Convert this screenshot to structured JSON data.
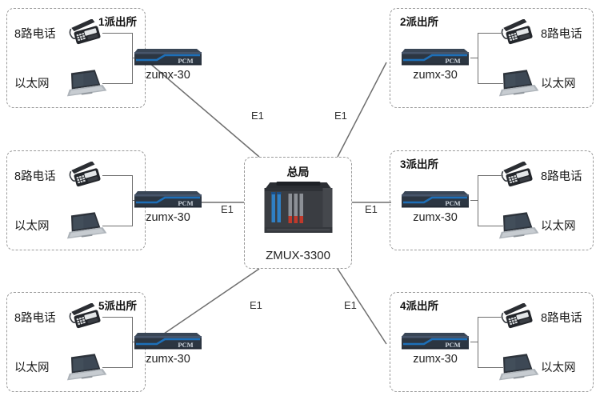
{
  "diagram": {
    "center": {
      "title": "总局",
      "caption": "ZMUX-3300",
      "device_icon": "rack-chassis-icon"
    },
    "link_label": "E1",
    "links": [
      {
        "id": "link-site-1",
        "label": "E1"
      },
      {
        "id": "link-site-2",
        "label": "E1"
      },
      {
        "id": "link-site-middle-left",
        "label": "E1"
      },
      {
        "id": "link-site-3",
        "label": "E1"
      },
      {
        "id": "link-site-5",
        "label": "E1"
      },
      {
        "id": "link-site-4",
        "label": "E1"
      }
    ],
    "sites": [
      {
        "id": "site-1",
        "title": "1派出所",
        "side": "left",
        "device": {
          "caption": "zumx-30",
          "badge": "PCM",
          "icon": "pcm-device-icon"
        },
        "endpoints": [
          {
            "label": "8路电话",
            "icon": "desk-phone-icon"
          },
          {
            "label": "以太网",
            "icon": "laptop-icon"
          }
        ]
      },
      {
        "id": "site-2",
        "title": "2派出所",
        "side": "right",
        "device": {
          "caption": "zumx-30",
          "badge": "PCM",
          "icon": "pcm-device-icon"
        },
        "endpoints": [
          {
            "label": "8路电话",
            "icon": "desk-phone-icon"
          },
          {
            "label": "以太网",
            "icon": "laptop-icon"
          }
        ]
      },
      {
        "id": "site-middle-left",
        "title": "",
        "side": "left",
        "device": {
          "caption": "zumx-30",
          "badge": "PCM",
          "icon": "pcm-device-icon"
        },
        "endpoints": [
          {
            "label": "8路电话",
            "icon": "desk-phone-icon"
          },
          {
            "label": "以太网",
            "icon": "laptop-icon"
          }
        ]
      },
      {
        "id": "site-3",
        "title": "3派出所",
        "side": "right",
        "device": {
          "caption": "zumx-30",
          "badge": "PCM",
          "icon": "pcm-device-icon"
        },
        "endpoints": [
          {
            "label": "8路电话",
            "icon": "desk-phone-icon"
          },
          {
            "label": "以太网",
            "icon": "laptop-icon"
          }
        ]
      },
      {
        "id": "site-5",
        "title": "5派出所",
        "side": "left",
        "device": {
          "caption": "zumx-30",
          "badge": "PCM",
          "icon": "pcm-device-icon"
        },
        "endpoints": [
          {
            "label": "8路电话",
            "icon": "desk-phone-icon"
          },
          {
            "label": "以太网",
            "icon": "laptop-icon"
          }
        ]
      },
      {
        "id": "site-4",
        "title": "4派出所",
        "side": "right",
        "device": {
          "caption": "zumx-30",
          "badge": "PCM",
          "icon": "pcm-device-icon"
        },
        "endpoints": [
          {
            "label": "8路电话",
            "icon": "desk-phone-icon"
          },
          {
            "label": "以太网",
            "icon": "laptop-icon"
          }
        ]
      }
    ],
    "colors": {
      "box_border": "#9a9a9a",
      "wire": "#6e6e6e",
      "device_dark": "#2c3642",
      "device_accent": "#1d6fb8",
      "chassis": "#3a3d42",
      "card_blue": "#2f7fc4",
      "card_red": "#c0392b",
      "text": "#1a1a1a"
    }
  }
}
